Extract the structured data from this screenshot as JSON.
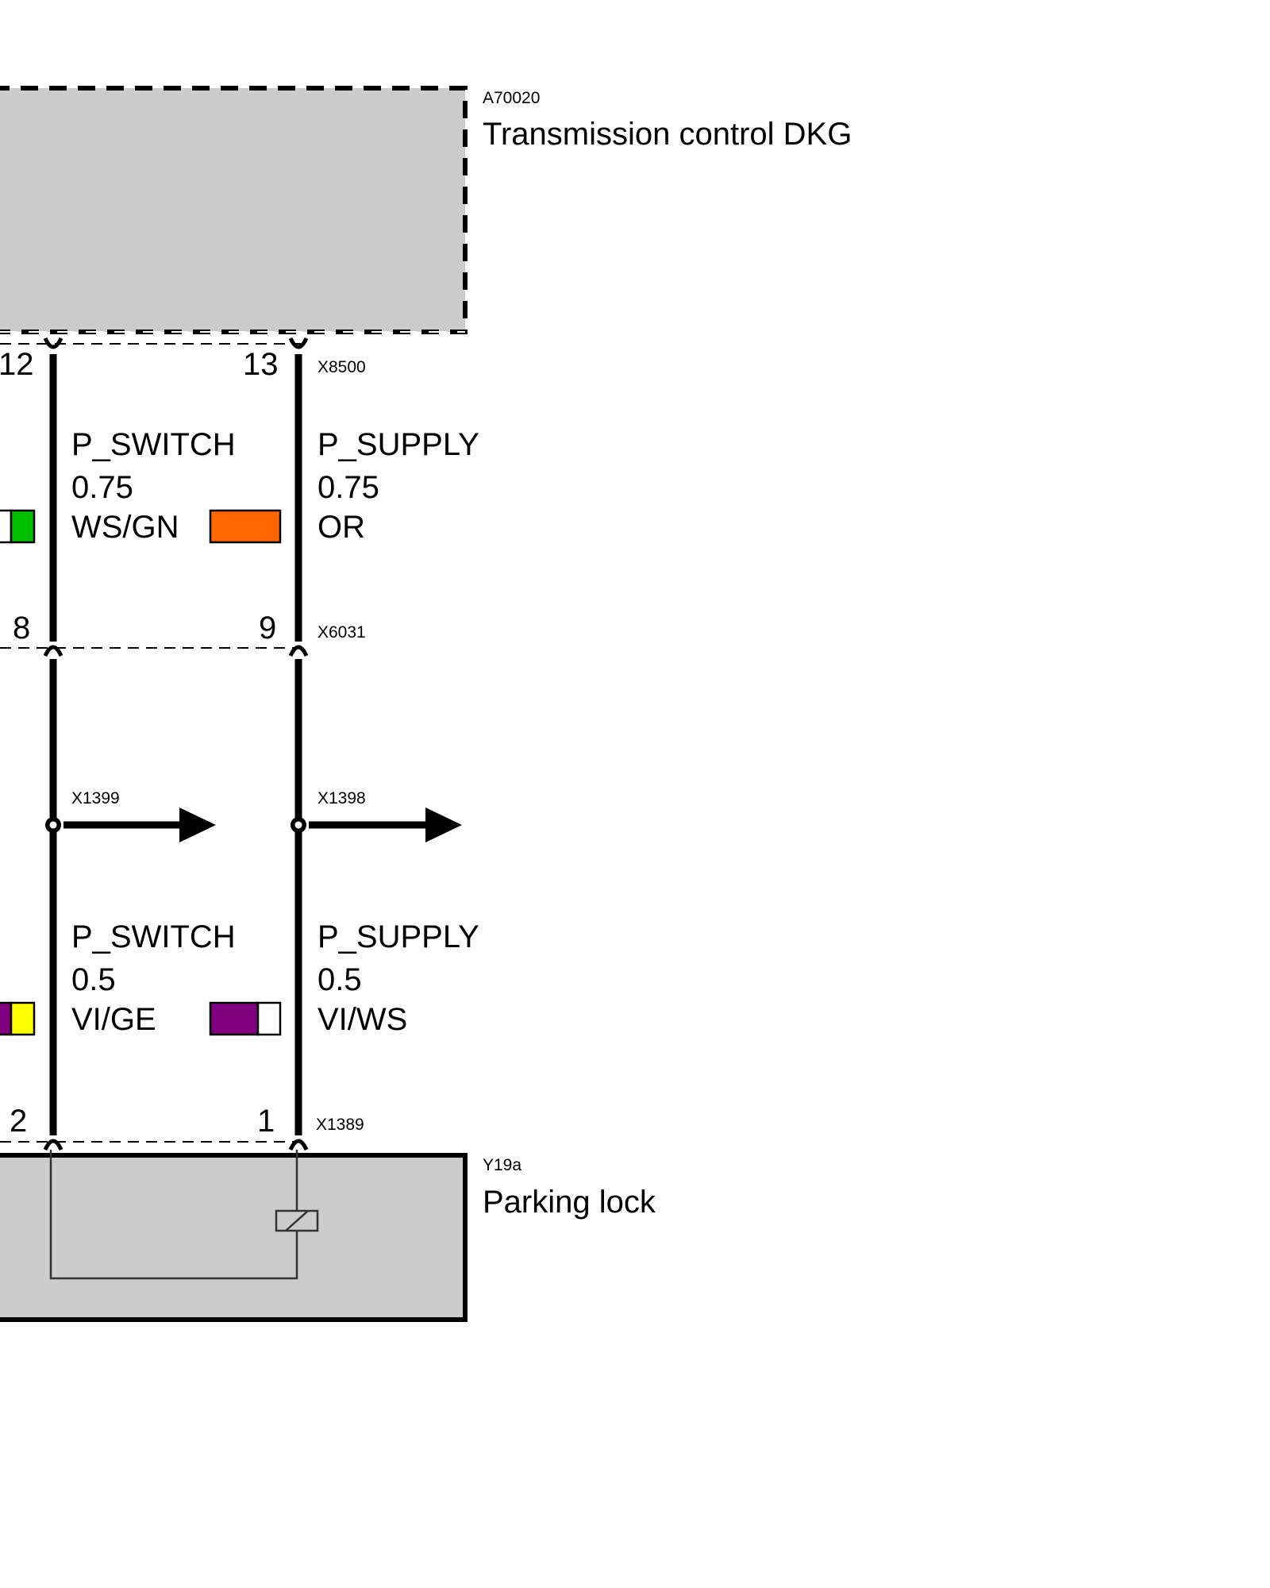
{
  "components": {
    "top": {
      "id": "A70020",
      "name": "Transmission control DKG"
    },
    "bottom": {
      "id": "Y19a",
      "name": "Parking lock"
    }
  },
  "connectors": {
    "top": {
      "id": "X8500",
      "pin_left": "12",
      "pin_right": "13"
    },
    "middle": {
      "id": "X6031",
      "pin_left": "8",
      "pin_right": "9"
    },
    "bottom": {
      "id": "X1389",
      "pin_left": "2",
      "pin_right": "1"
    }
  },
  "splices": {
    "left": "X1399",
    "right": "X1398"
  },
  "wires_upper": {
    "left": {
      "signal": "P_SWITCH",
      "gauge": "0.75",
      "color_code": "WS/GN",
      "colors": [
        "#ffffff",
        "#00c000"
      ]
    },
    "right": {
      "signal": "P_SUPPLY",
      "gauge": "0.75",
      "color_code": "OR",
      "colors": [
        "#ff6600"
      ]
    }
  },
  "wires_lower": {
    "left": {
      "signal": "P_SWITCH",
      "gauge": "0.5",
      "color_code": "VI/GE",
      "colors": [
        "#800080",
        "#ffff00"
      ]
    },
    "right": {
      "signal": "P_SUPPLY",
      "gauge": "0.5",
      "color_code": "VI/WS",
      "colors": [
        "#800080",
        "#ffffff"
      ]
    }
  }
}
